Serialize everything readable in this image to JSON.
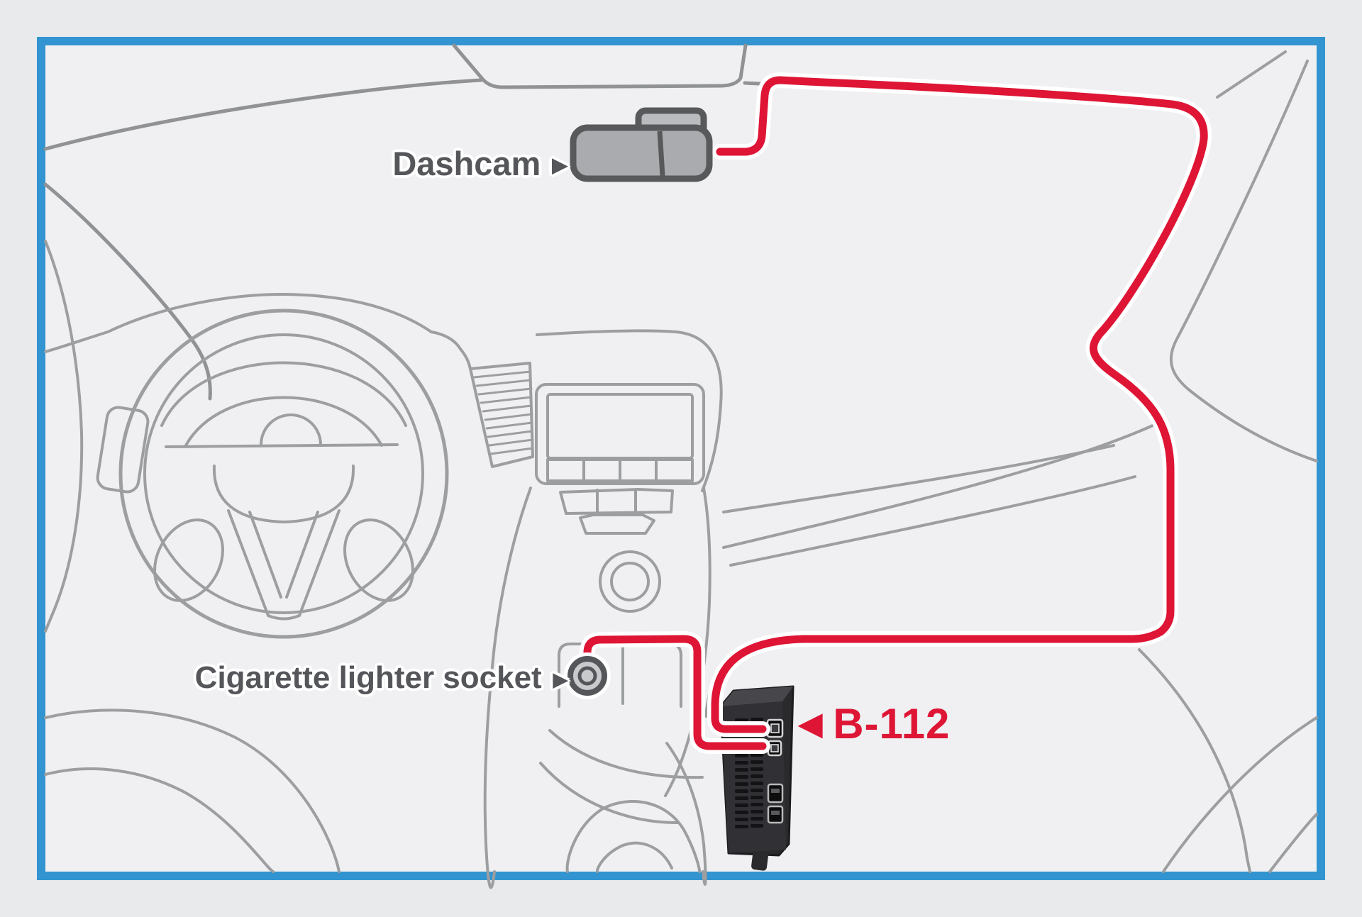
{
  "figure": {
    "type": "car-dashcam-wiring-diagram",
    "colors": {
      "frame_blue": "#3294d0",
      "canvas": "#f0f0f2",
      "outer_background": "#e9eaec",
      "car_line_gray": "#9c9ea0",
      "cable_red": "#de1535",
      "label_dark_gray": "#55565a",
      "device_black": "#2a2a2d",
      "dashcam_gray": "#a9abae"
    }
  },
  "labels": {
    "dashcam": {
      "text": "Dashcam",
      "pointer": "▶"
    },
    "socket": {
      "text": "Cigarette lighter socket",
      "pointer": "▶"
    },
    "battery": {
      "text": "B-112",
      "pointer": "◀"
    }
  }
}
